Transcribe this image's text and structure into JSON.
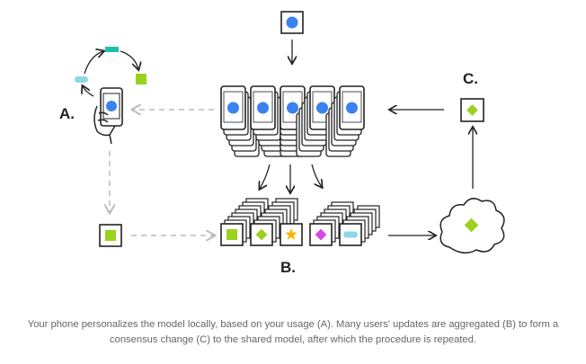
{
  "diagram": {
    "labels": {
      "a": "A.",
      "b": "B.",
      "c": "C."
    },
    "colors": {
      "model_blue": "#3b82f0",
      "green": "#9ad21e",
      "teal": "#1fbfa5",
      "cyan": "#8ed8e6",
      "yellow": "#f7b500",
      "magenta": "#d846e8",
      "ink": "#222222",
      "dashed": "#bbbbbb"
    },
    "icons": [
      "model-box-icon",
      "phone-icon",
      "hand-holding-phone-icon",
      "update-box-icon",
      "cloud-icon",
      "arrow-icon"
    ]
  },
  "caption": {
    "line1": "Your phone personalizes the model locally, based on your usage (A). Many users' updates are aggregated (B) to form a",
    "line2": "consensus change (C) to the shared model, after which the procedure is repeated."
  }
}
